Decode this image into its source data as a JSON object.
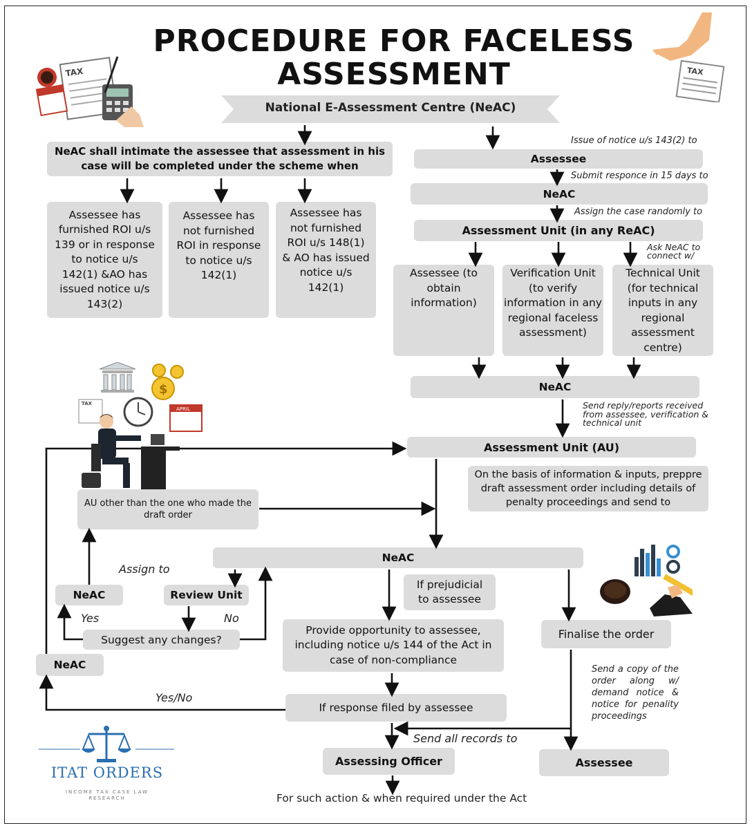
{
  "title_line1": "PROCEDURE FOR FACELESS",
  "title_line2": "ASSESSMENT",
  "top_banner": "National E-Assessment Centre (NeAC)",
  "left_intimation": "NeAC shall intimate the assessee that assessment in his case will be completed under the scheme when",
  "cases": [
    "Assessee has furnished ROI u/s 139 or in response to notice u/s 142(1) &AO has issued notice u/s 143(2)",
    "Assessee has not furnished ROI in response to notice u/s 142(1)",
    "Assessee has not furnished ROI u/s 148(1) & AO has issued notice u/s 142(1)"
  ],
  "right_flow": {
    "issue_notice_label": "Issue of notice u/s 143(2) to",
    "assessee": "Assessee",
    "submit_label": "Submit responce in 15 days to",
    "neac1": "NeAC",
    "assign_label": "Assign the case randomly to",
    "assessment_unit_reac": "Assessment Unit (in any ReAC)",
    "ask_neac_label": "Ask NeAC to connect w/",
    "units": [
      "Assessee (to obtain information)",
      "Verification Unit (to verify information in any regional faceless assessment)",
      "Technical Unit (for technical inputs in any regional assessment centre)"
    ],
    "neac2": "NeAC",
    "send_reply_label": "Send reply/reports received from assessee, verification & technical unit",
    "assessment_unit_au": "Assessment Unit (AU)",
    "draft_note": "On the basis of information & inputs, preppre draft assessment order including details of penalty proceedings and send to"
  },
  "lower_flow": {
    "au_other": "AU other than the one who made the draft order",
    "neac_center": "NeAC",
    "assign_to": "Assign to",
    "neac_left": "NeAC",
    "review_unit": "Review Unit",
    "yes": "Yes",
    "no": "No",
    "suggest": "Suggest any changes?",
    "neac_bottom_left": "NeAC",
    "if_prejudicial": "If prejudicial to assessee",
    "provide_opportunity": "Provide opportunity to assessee, including notice u/s 144 of the Act in case of non-compliance",
    "yes_no": "Yes/No",
    "if_response": "If response filed by assessee",
    "finalise": "Finalise the order",
    "send_copy": "Send a copy of the order along w/ demand notice & notice for penality proceedings",
    "send_records": "Send all records to",
    "assessing_officer": "Assessing Officer",
    "assessee_final": "Assessee",
    "footer": "For such action & when required under the Act"
  },
  "logo": {
    "name": "ITAT ORDERS",
    "tagline": "INCOME TAX CASE LAW RESEARCH"
  },
  "decor": {
    "tax_text": "TAX",
    "april_text": "APRIL",
    "dollar": "$"
  },
  "colors": {
    "box": "#dcdcdc",
    "logo_blue": "#2a6fb0",
    "coffee_red": "#c0392b"
  }
}
